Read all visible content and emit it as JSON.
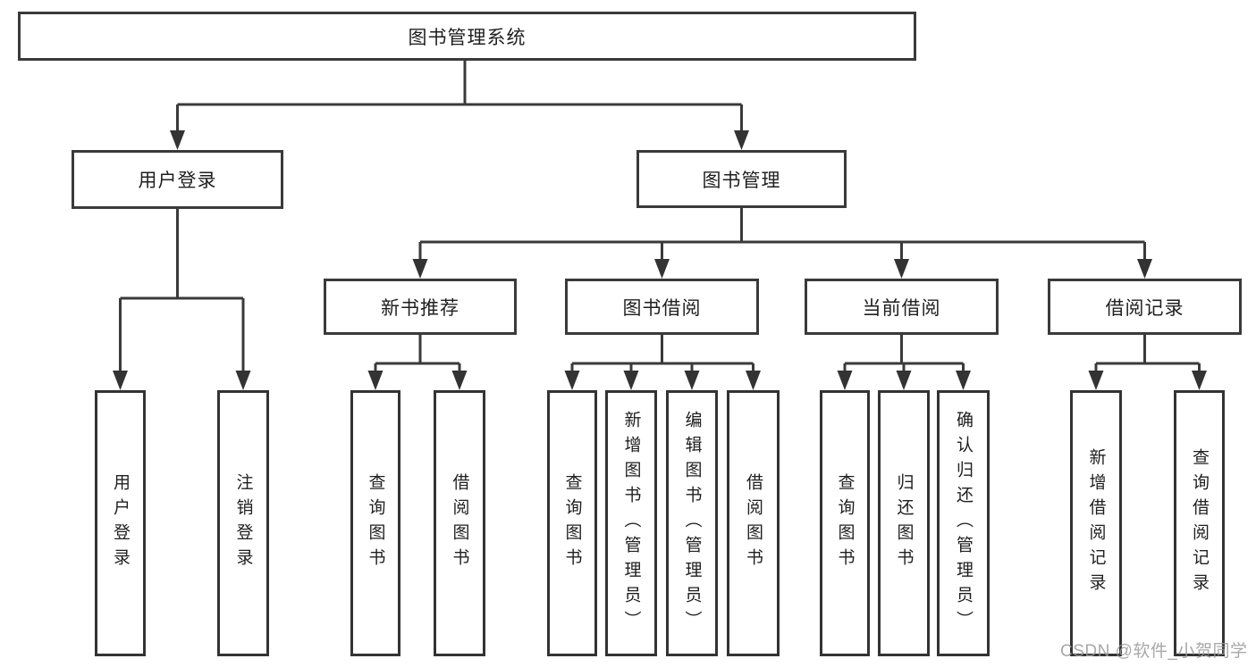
{
  "tree": {
    "label": "图书管理系统",
    "children": [
      {
        "label": "用户登录",
        "children": [
          {
            "label": "用户登录"
          },
          {
            "label": "注销登录"
          }
        ]
      },
      {
        "label": "图书管理",
        "children": [
          {
            "label": "新书推荐",
            "children": [
              {
                "label": "查询图书"
              },
              {
                "label": "借阅图书"
              }
            ]
          },
          {
            "label": "图书借阅",
            "children": [
              {
                "label": "查询图书"
              },
              {
                "label": "新增图书（管理员）"
              },
              {
                "label": "编辑图书（管理员）"
              },
              {
                "label": "借阅图书"
              }
            ]
          },
          {
            "label": "当前借阅",
            "children": [
              {
                "label": "查询图书"
              },
              {
                "label": "归还图书"
              },
              {
                "label": "确认归还（管理员）"
              }
            ]
          },
          {
            "label": "借阅记录",
            "children": [
              {
                "label": "新增借阅记录"
              },
              {
                "label": "查询借阅记录"
              }
            ]
          }
        ]
      }
    ]
  },
  "watermark": "CSDN @软件_小贺同学",
  "colors": {
    "line": "#3a3a3a",
    "box_border": "#3a3a3a",
    "text": "#1f1f1f",
    "watermark": "#999999",
    "background": "#ffffff"
  }
}
